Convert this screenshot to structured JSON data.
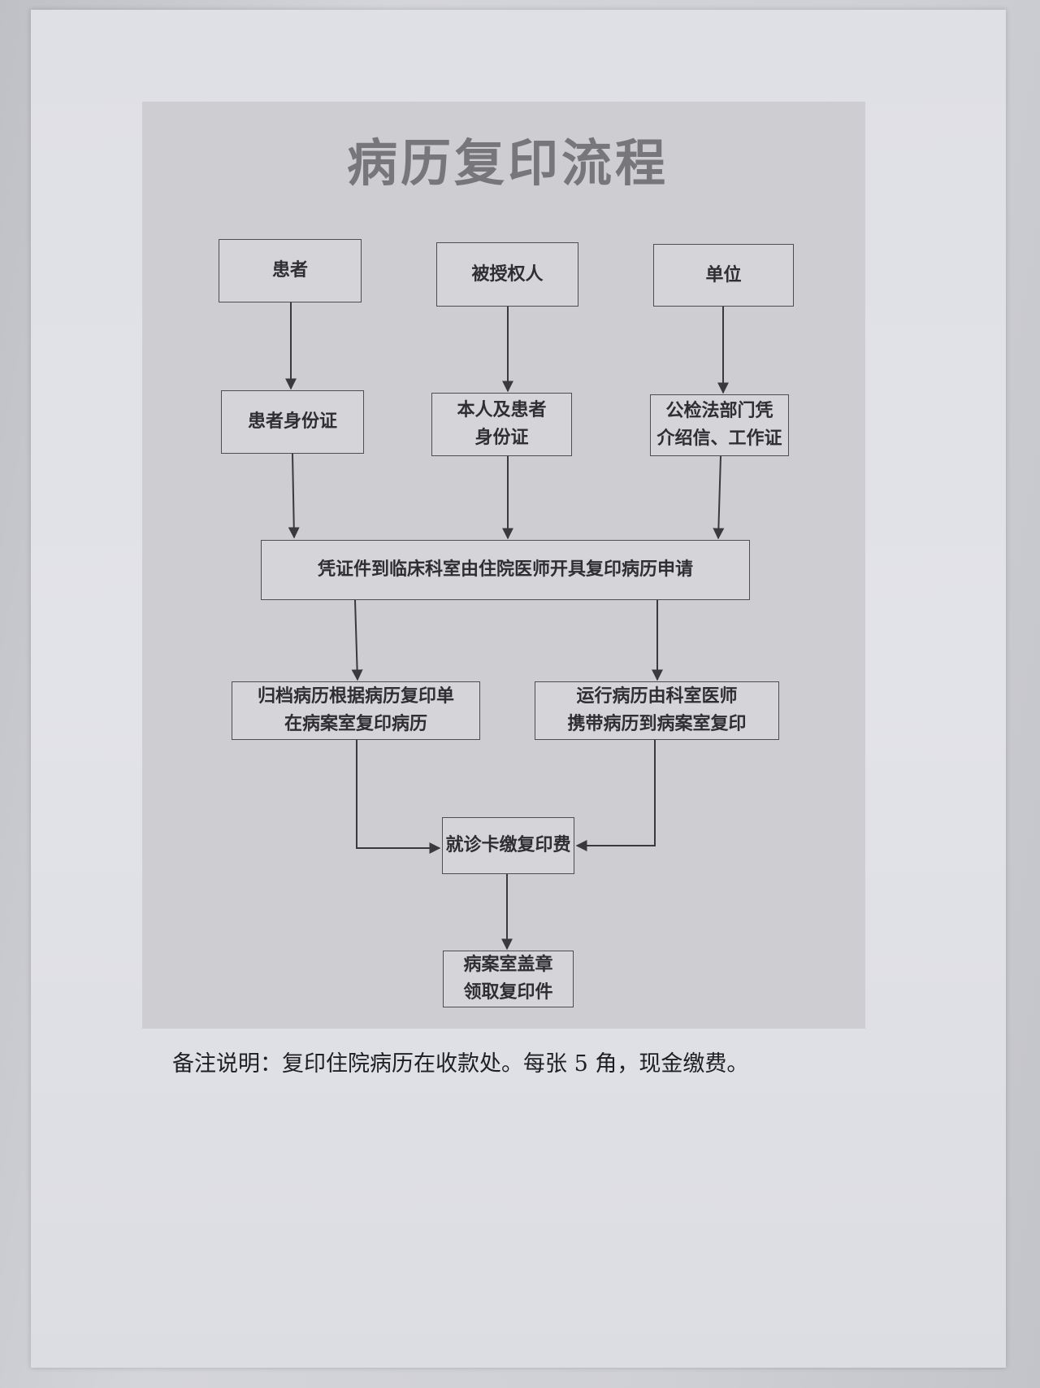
{
  "title": "病历复印流程",
  "boxes": {
    "patient": "患者",
    "authorized": "被授权人",
    "unit": "单位",
    "patient_id": "患者身份证",
    "self_and_patient_id": [
      "本人及患者",
      "身份证"
    ],
    "letter_and_work_id": [
      "公检法部门凭",
      "介绍信、工作证"
    ],
    "apply": "凭证件到临床科室由住院医师开具复印病历申请",
    "archived": [
      "归档病历根据病历复印单",
      "在病案室复印病历"
    ],
    "running": [
      "运行病历由科室医师",
      "携带病历到病案室复印"
    ],
    "pay": "就诊卡缴复印费",
    "stamp": [
      "病案室盖章",
      "领取复印件"
    ]
  },
  "note": "备注说明：复印住院病历在收款处。每张 5 角，现金缴费。",
  "colors": {
    "paper": "#e0e1e6",
    "panel": "#cdcdd2",
    "line": "#3a3a3e",
    "title": "#77777b"
  }
}
